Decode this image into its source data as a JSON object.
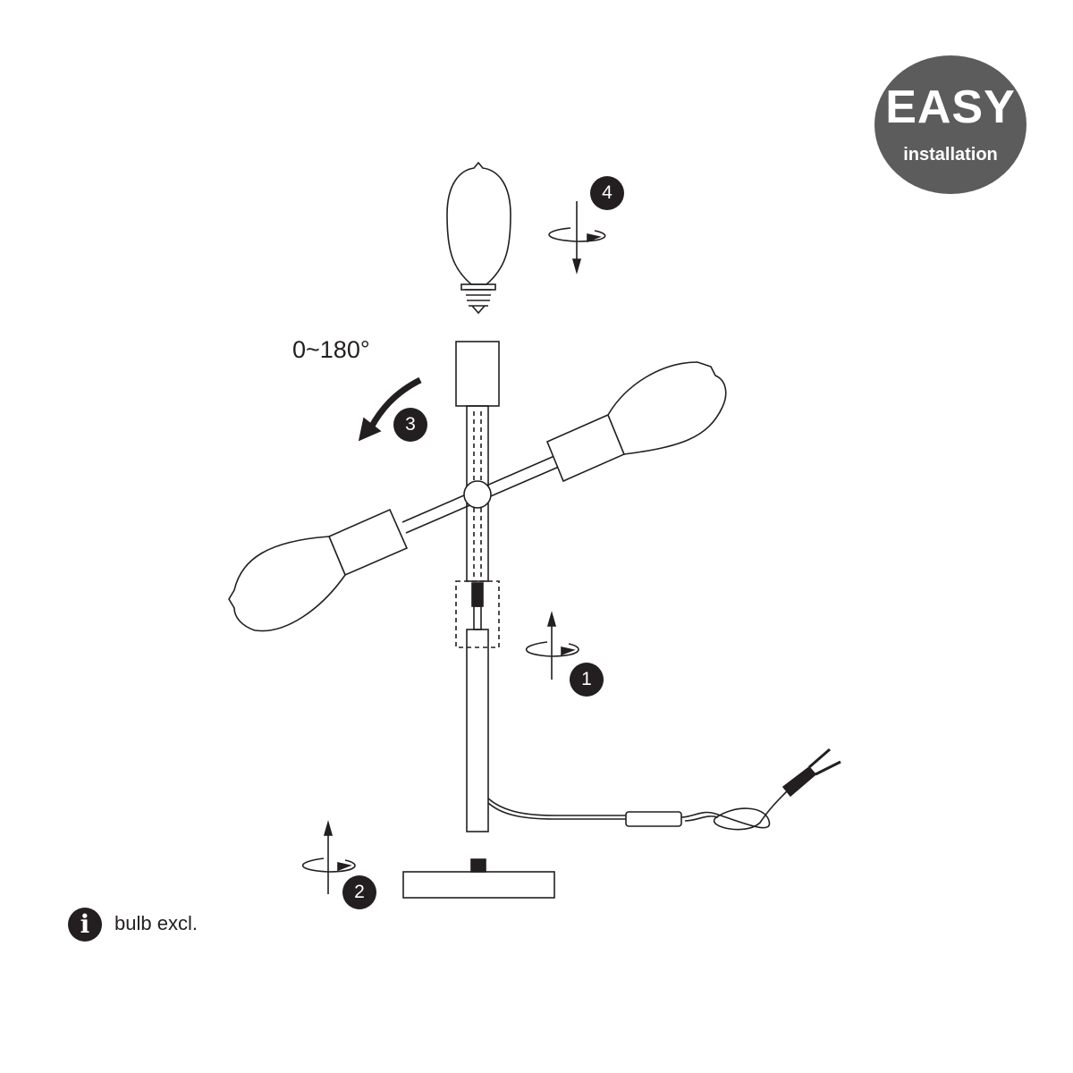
{
  "badge": {
    "title": "EASY",
    "subtitle": "installation",
    "color": "#5d5c5c"
  },
  "rotation_label": "0~180°",
  "steps": [
    "1",
    "2",
    "3",
    "4"
  ],
  "note": {
    "icon": "info-icon",
    "icon_glyph": "i",
    "text": "bulb excl."
  }
}
